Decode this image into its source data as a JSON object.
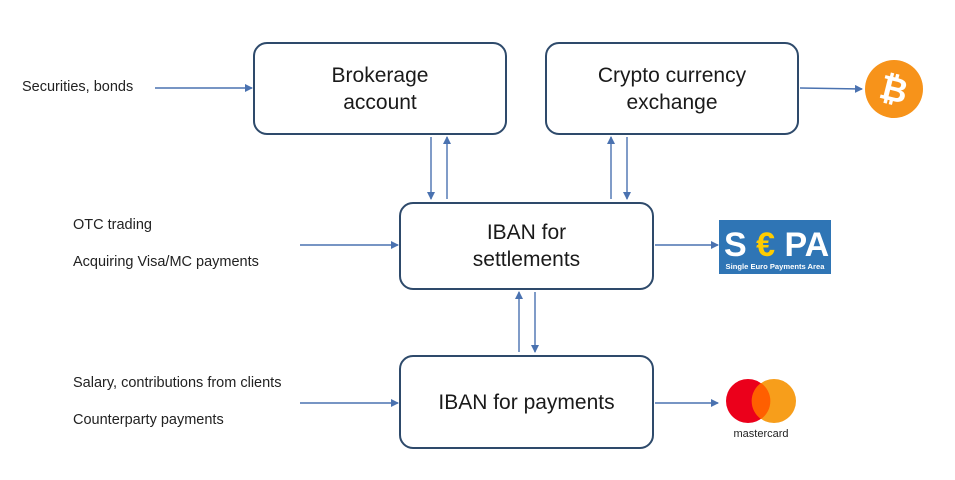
{
  "boxes": {
    "brokerage": {
      "line1": "Brokerage",
      "line2": "account"
    },
    "crypto": {
      "line1": "Crypto currency",
      "line2": "exchange"
    },
    "settlement": {
      "line1": "IBAN for",
      "line2": "settlements"
    },
    "payments": {
      "line1": "IBAN for payments"
    }
  },
  "inputs": {
    "securities": "Securities, bonds",
    "otc": "OTC trading",
    "acquiring": "Acquiring Visa/MC payments",
    "salary": "Salary, contributions from clients",
    "counterparty": "Counterparty payments"
  },
  "logos": {
    "bitcoin": {
      "glyph": "₿",
      "color": "#f7931a"
    },
    "sepa": {
      "main_s": "S",
      "main_euro": "€",
      "main_pa": "PA",
      "tagline": "Single Euro Payments Area",
      "color": "#2f75b5"
    },
    "mastercard": {
      "wordmark": "mastercard",
      "red": "#eb001b",
      "orange": "#f79e1b"
    }
  },
  "colors": {
    "arrow": "#4a72b0",
    "box_border": "#2e4a6b"
  }
}
